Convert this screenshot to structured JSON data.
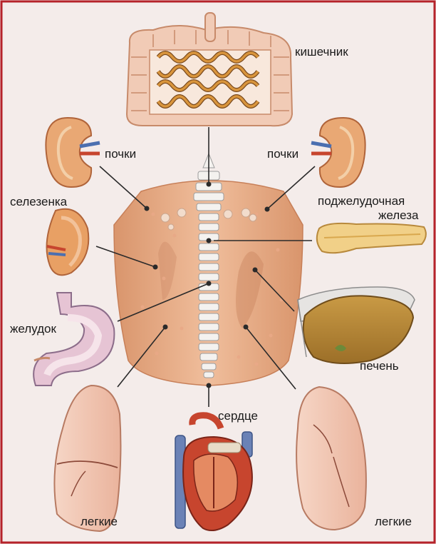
{
  "colors": {
    "background": "#f4ecea",
    "border": "#b5222a",
    "tongue": "#e9b18c",
    "spine": "#f3f1ee",
    "organ_pink": "#f1c9b4",
    "organ_orange": "#d98a4f",
    "liver": "#b98a3a",
    "heart_red": "#c7452e",
    "vein_blue": "#4b6fb0",
    "leader_line": "#2a2a2a"
  },
  "labels": {
    "intestine": "кишечник",
    "kidneys_left": "почки",
    "kidneys_right": "почки",
    "spleen": "селезенка",
    "pancreas_line1": "поджелудочная",
    "pancreas_line2": "железа",
    "stomach": "желудок",
    "liver": "печень",
    "heart": "сердце",
    "lungs_left": "легкие",
    "lungs_right": "легкие"
  },
  "icons": {
    "intestine": "intestine-icon",
    "kidney": "kidney-icon",
    "spleen": "spleen-icon",
    "pancreas": "pancreas-icon",
    "stomach": "stomach-icon",
    "liver": "liver-icon",
    "heart": "heart-icon",
    "lung": "lung-icon",
    "tongue": "tongue-icon",
    "spine": "spine-icon"
  }
}
